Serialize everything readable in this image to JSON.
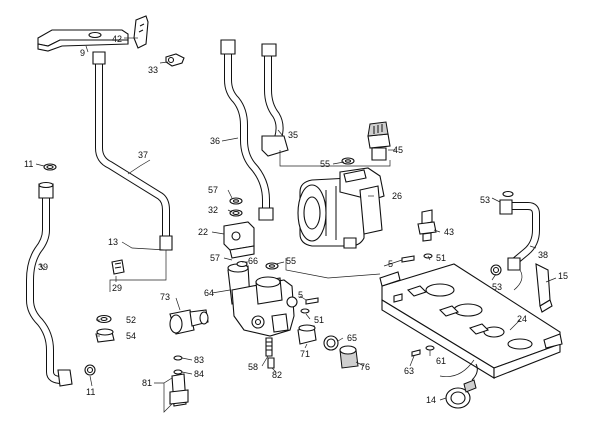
{
  "diagram": {
    "callouts": {
      "c9": "9",
      "c42": "42",
      "c33": "33",
      "c36": "36",
      "c35": "35",
      "c37": "37",
      "c11a": "11",
      "c39": "39",
      "c55a": "55",
      "c45": "45",
      "c57a": "57",
      "c32": "32",
      "c26": "26",
      "c22": "22",
      "c13": "13",
      "c53a": "53",
      "c43": "43",
      "c57b": "57",
      "c66": "66",
      "c55b": "55",
      "c29": "29",
      "c38": "38",
      "c5a": "5",
      "c51a": "51",
      "c15": "15",
      "c73": "73",
      "c64": "64",
      "c5b": "5",
      "c53b": "53",
      "c51b": "51",
      "c52": "52",
      "c54": "54",
      "c24": "24",
      "c65": "65",
      "c71": "71",
      "c83": "83",
      "c58": "58",
      "c76": "76",
      "c81": "81",
      "c84": "84",
      "c82": "82",
      "c61": "61",
      "c63": "63",
      "c11b": "11",
      "c14": "14"
    }
  }
}
